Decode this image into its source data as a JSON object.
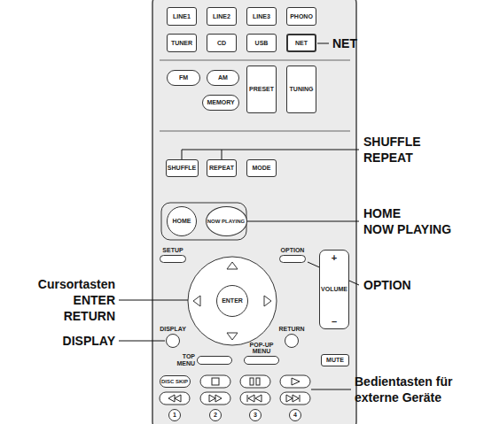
{
  "diagram": {
    "nodes": [
      {
        "text": [
          "LINE1"
        ]
      },
      {
        "text": [
          "LINE2"
        ]
      },
      {
        "text": [
          "LINE3"
        ]
      },
      {
        "text": [
          "PHONO"
        ]
      },
      {
        "text": [
          "TUNER"
        ]
      },
      {
        "text": [
          "CD"
        ]
      },
      {
        "text": [
          "USB"
        ]
      },
      {
        "text": [
          "NET"
        ]
      },
      {
        "text": [
          "FM"
        ]
      },
      {
        "text": [
          "AM"
        ]
      },
      {
        "text": [
          "PRESET"
        ]
      },
      {
        "text": [
          "TUNING"
        ]
      },
      {
        "text": [
          "MEMORY"
        ]
      },
      {
        "text": [
          "SHUFFLE"
        ]
      },
      {
        "text": [
          "REPEAT"
        ]
      },
      {
        "text": [
          "MODE"
        ]
      },
      {
        "text": [
          "HOME"
        ]
      },
      {
        "text": [
          "NOW PLAYING"
        ]
      },
      {
        "text": [
          "SETUP"
        ]
      },
      {
        "text": [
          "OPTION"
        ]
      },
      {
        "text": [
          "+",
          "VOLUME",
          "–"
        ]
      },
      {
        "text": [
          "ENTER"
        ]
      },
      {
        "text": [
          "DISPLAY"
        ]
      },
      {
        "text": [
          "RETURN"
        ]
      },
      {
        "text": [
          "TOP MENU"
        ]
      },
      {
        "text": [
          "POP-UP MENU"
        ]
      },
      {
        "text": [
          "MUTE"
        ]
      },
      {
        "text": [
          "DISC SKIP"
        ]
      },
      {
        "text": [
          "1"
        ]
      },
      {
        "text": [
          "2"
        ]
      },
      {
        "text": [
          "3"
        ]
      },
      {
        "text": [
          "4"
        ]
      }
    ],
    "labels": [
      "NET",
      "SHUFFLE",
      "REPEAT",
      "HOME",
      "NOW PLAYING",
      "OPTION",
      "Cursortasten",
      "ENTER",
      "RETURN",
      "DISPLAY",
      "Bedientasten für externe Geräte"
    ]
  }
}
